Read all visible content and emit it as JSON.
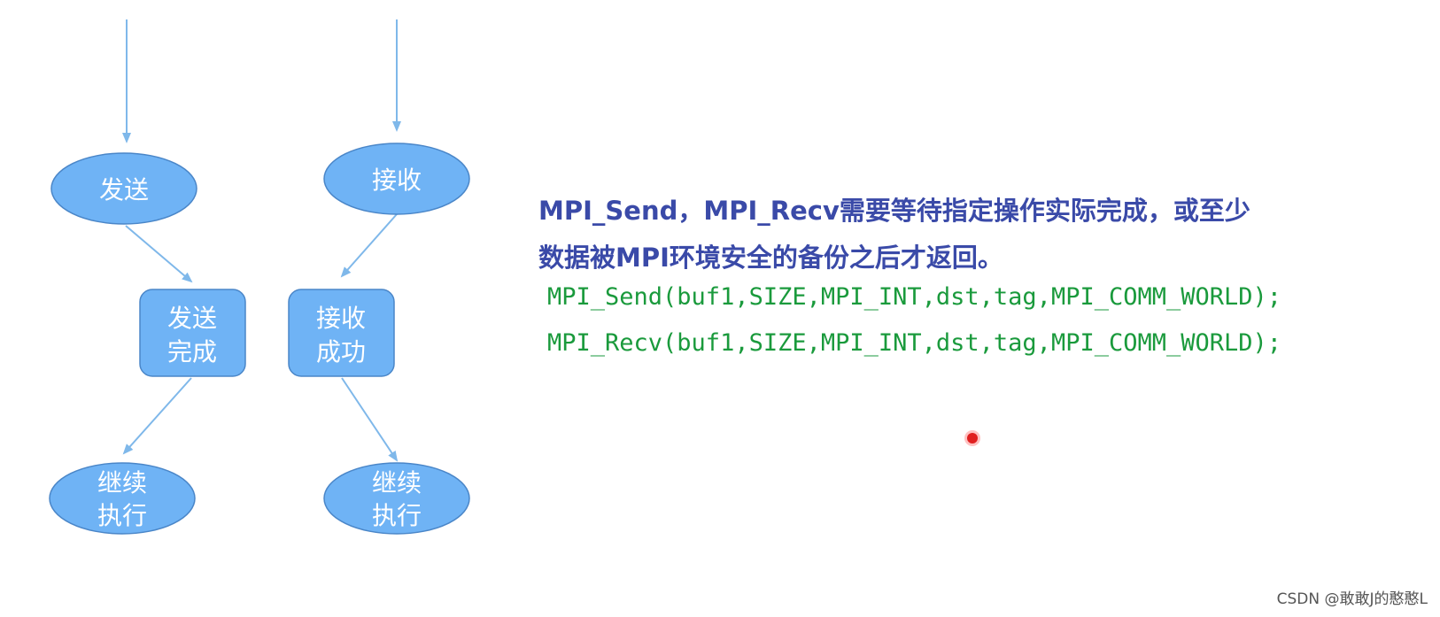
{
  "diagram": {
    "nodes": {
      "send": "发送",
      "recv": "接收",
      "send_done": [
        "发送",
        "完成"
      ],
      "recv_ok": [
        "接收",
        "成功"
      ],
      "continue_left": [
        "继续",
        "执行"
      ],
      "continue_right": [
        "继续",
        "执行"
      ]
    },
    "colors": {
      "node_fill": "#6fb3f5",
      "node_stroke": "#4a86c8",
      "arrow": "#7fb8ea"
    }
  },
  "description": {
    "line1": "MPI_Send，MPI_Recv需要等待指定操作实际完成，或至少",
    "line2": "数据被MPI环境安全的备份之后才返回。",
    "color": "#3a4aa8"
  },
  "code": {
    "send_call": "MPI_Send(buf1,SIZE,MPI_INT,dst,tag,MPI_COMM_WORLD);",
    "recv_call": "MPI_Recv(buf1,SIZE,MPI_INT,dst,tag,MPI_COMM_WORLD);",
    "color": "#1a9a3c"
  },
  "watermark": "CSDN @敢敢J的憨憨L"
}
